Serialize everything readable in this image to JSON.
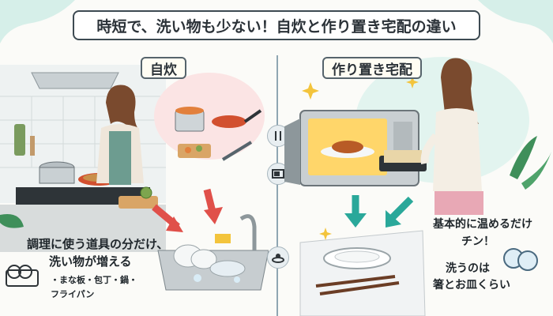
{
  "title": "時短で、洗い物も少ない！自炊と作り置き宅配の違い",
  "left": {
    "tag": "自炊",
    "caption_line1": "調理に使う道具の分だけ、",
    "caption_line2": "洗い物が増える",
    "detail_line1": "・まな板・包丁・鍋・",
    "detail_line2": "フライパン"
  },
  "right": {
    "tag": "作り置き宅配",
    "caption_line1": "基本的に温めるだけ",
    "caption_line2": "チン！",
    "caption_line3": "洗うのは",
    "caption_line4": "箸とお皿くらい"
  },
  "icons": [
    "utensils-icon",
    "microwave-icon",
    "dish-icon"
  ],
  "colors": {
    "frame": "#3d4a52",
    "accent_green": "#2e9c8e",
    "arrow_red": "#e0504a",
    "arrow_teal": "#2aa89a",
    "divider": "#8fa6b2"
  }
}
